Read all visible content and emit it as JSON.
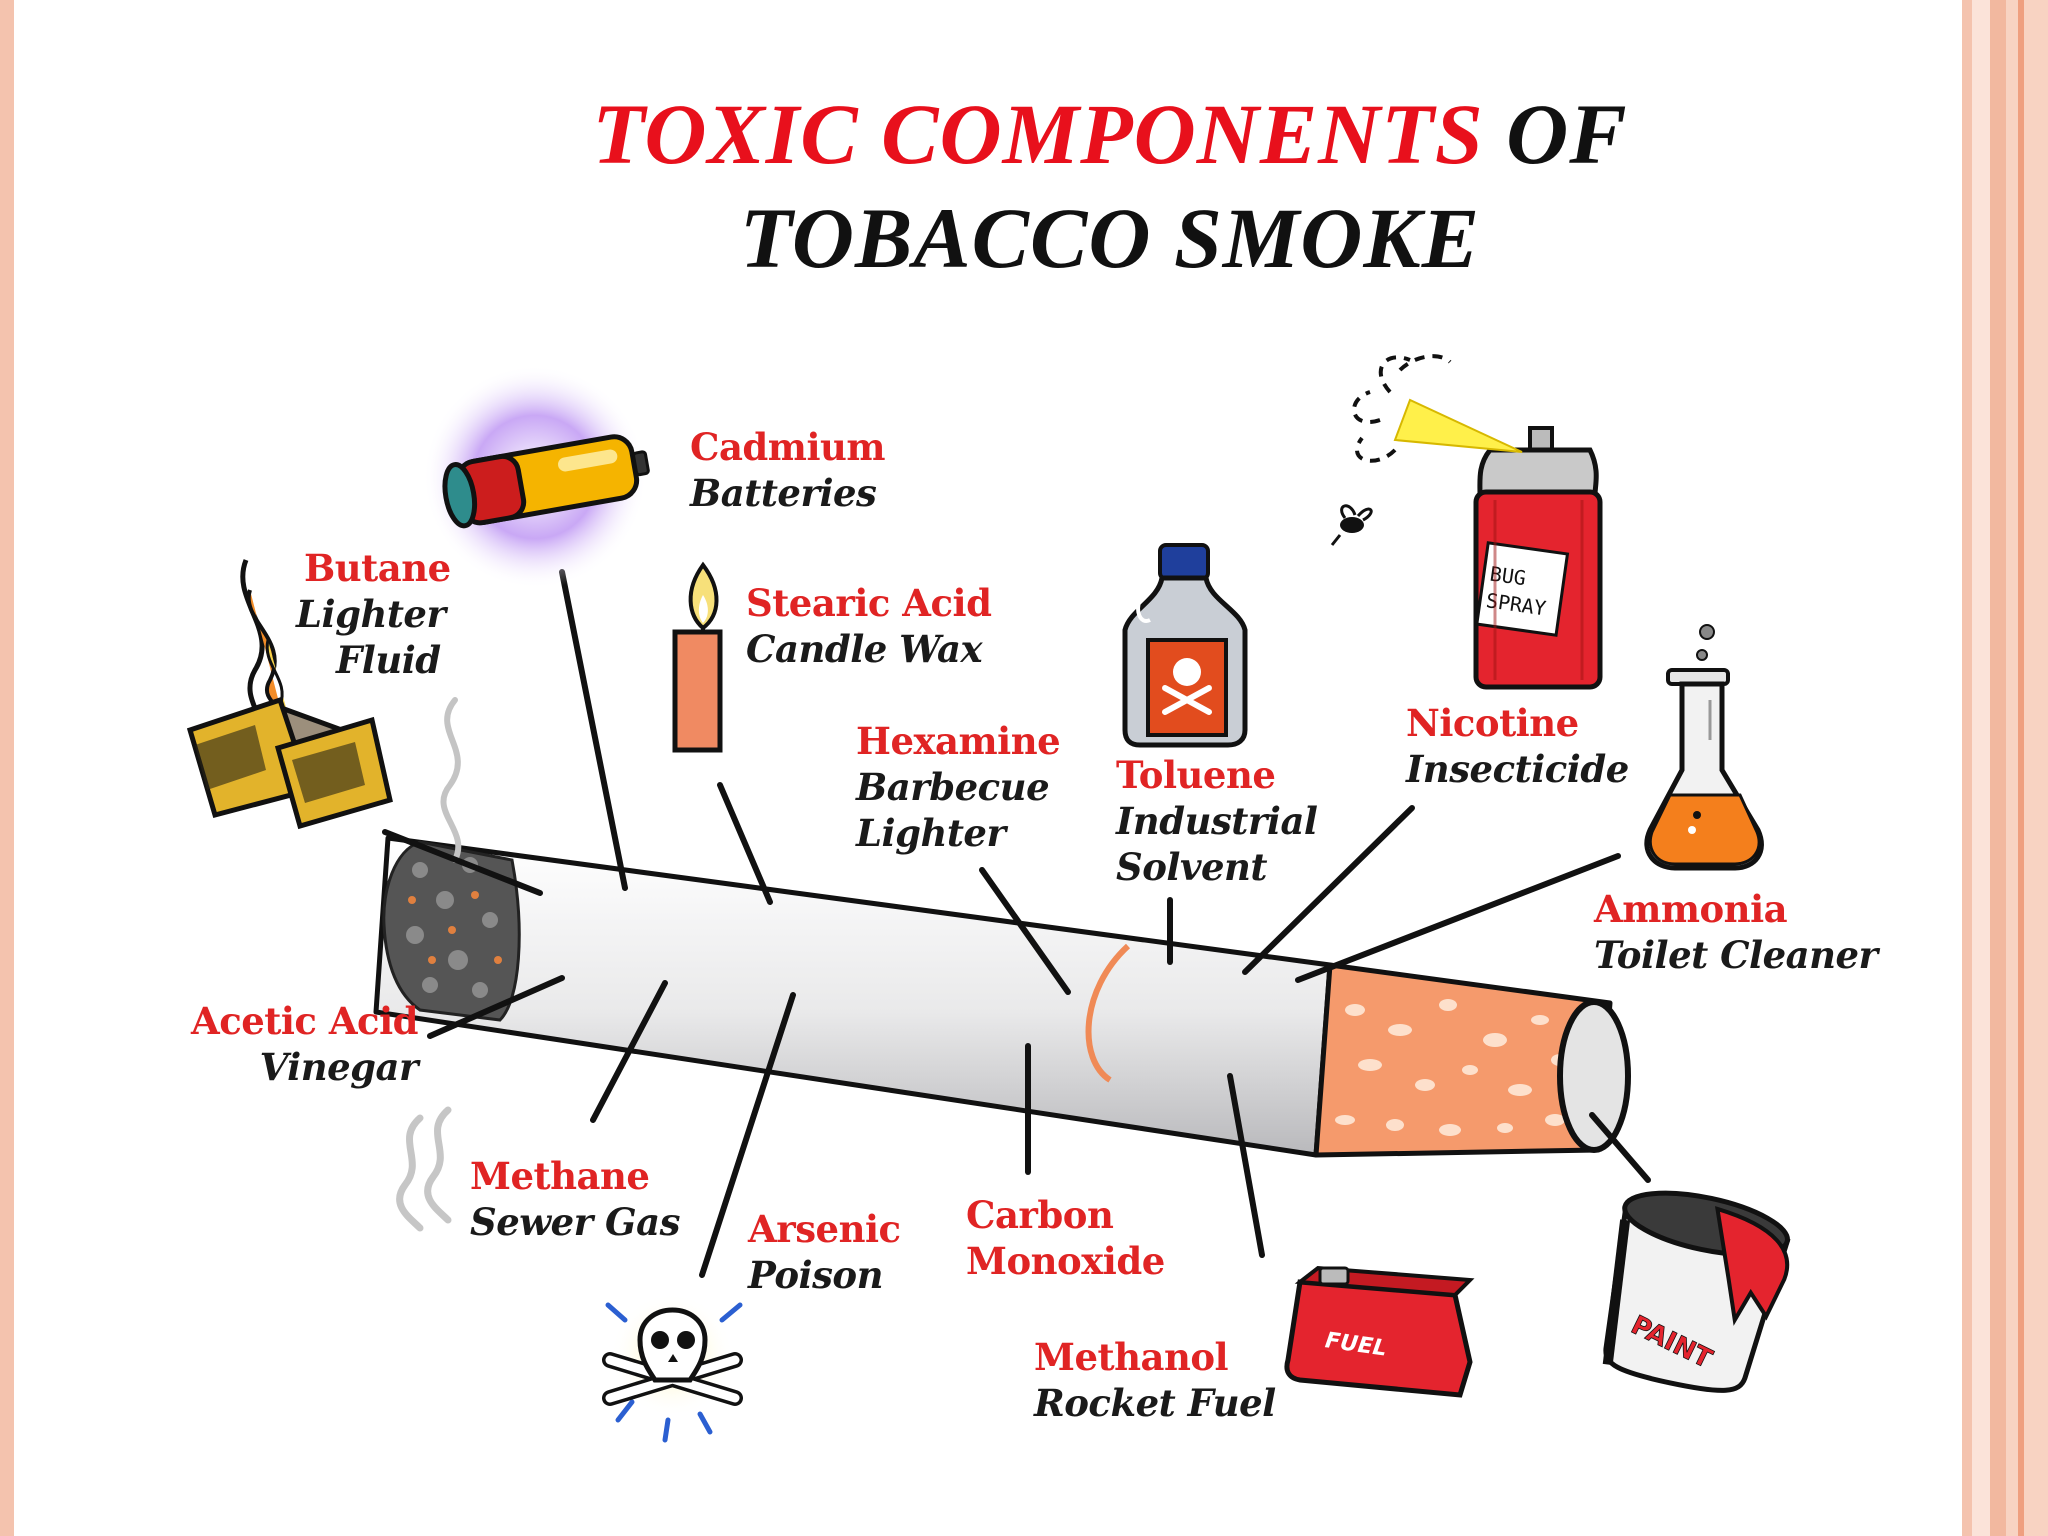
{
  "title": {
    "line1_accent": "TOXIC COMPONENTS",
    "line1_rest": " OF",
    "line2": "TOBACCO SMOKE"
  },
  "components": [
    {
      "id": "cadmium",
      "chemical": "Cadmium",
      "use": "Batteries",
      "icon": "battery-icon"
    },
    {
      "id": "butane",
      "chemical": "Butane",
      "use": "Lighter",
      "use2": "Fluid",
      "icon": "lighter-icon"
    },
    {
      "id": "stearic",
      "chemical": "Stearic Acid",
      "use": "Candle Wax",
      "icon": "candle-icon"
    },
    {
      "id": "hexamine",
      "chemical": "Hexamine",
      "use": "Barbecue",
      "use2": "Lighter"
    },
    {
      "id": "toluene",
      "chemical": "Toluene",
      "use": "Industrial",
      "use2": "Solvent",
      "icon": "solvent-bottle-icon"
    },
    {
      "id": "nicotine",
      "chemical": "Nicotine",
      "use": "Insecticide",
      "icon": "bug-spray-icon"
    },
    {
      "id": "ammonia",
      "chemical": "Ammonia",
      "use": "Toilet Cleaner",
      "icon": "flask-icon"
    },
    {
      "id": "acetic",
      "chemical": "Acetic Acid",
      "use": "Vinegar"
    },
    {
      "id": "methane",
      "chemical": "Methane",
      "use": "Sewer Gas",
      "icon": "gas-fumes-icon"
    },
    {
      "id": "arsenic",
      "chemical": "Arsenic",
      "use": "Poison",
      "icon": "skull-crossbones-icon"
    },
    {
      "id": "carbon",
      "chemical": "Carbon",
      "use_red": "Monoxide"
    },
    {
      "id": "methanol",
      "chemical": "Methanol",
      "use": "Rocket Fuel",
      "icon": "fuel-can-icon"
    }
  ],
  "icon_text": {
    "bug_spray_line1": "BUG",
    "bug_spray_line2": "SPRAY",
    "fuel": "FUEL",
    "paint": "PAINT"
  },
  "colors": {
    "accent_red": "#e8101c",
    "label_red": "#e02424",
    "frame_peach": "#f4c3ae",
    "filter_orange": "#f59a6c"
  }
}
